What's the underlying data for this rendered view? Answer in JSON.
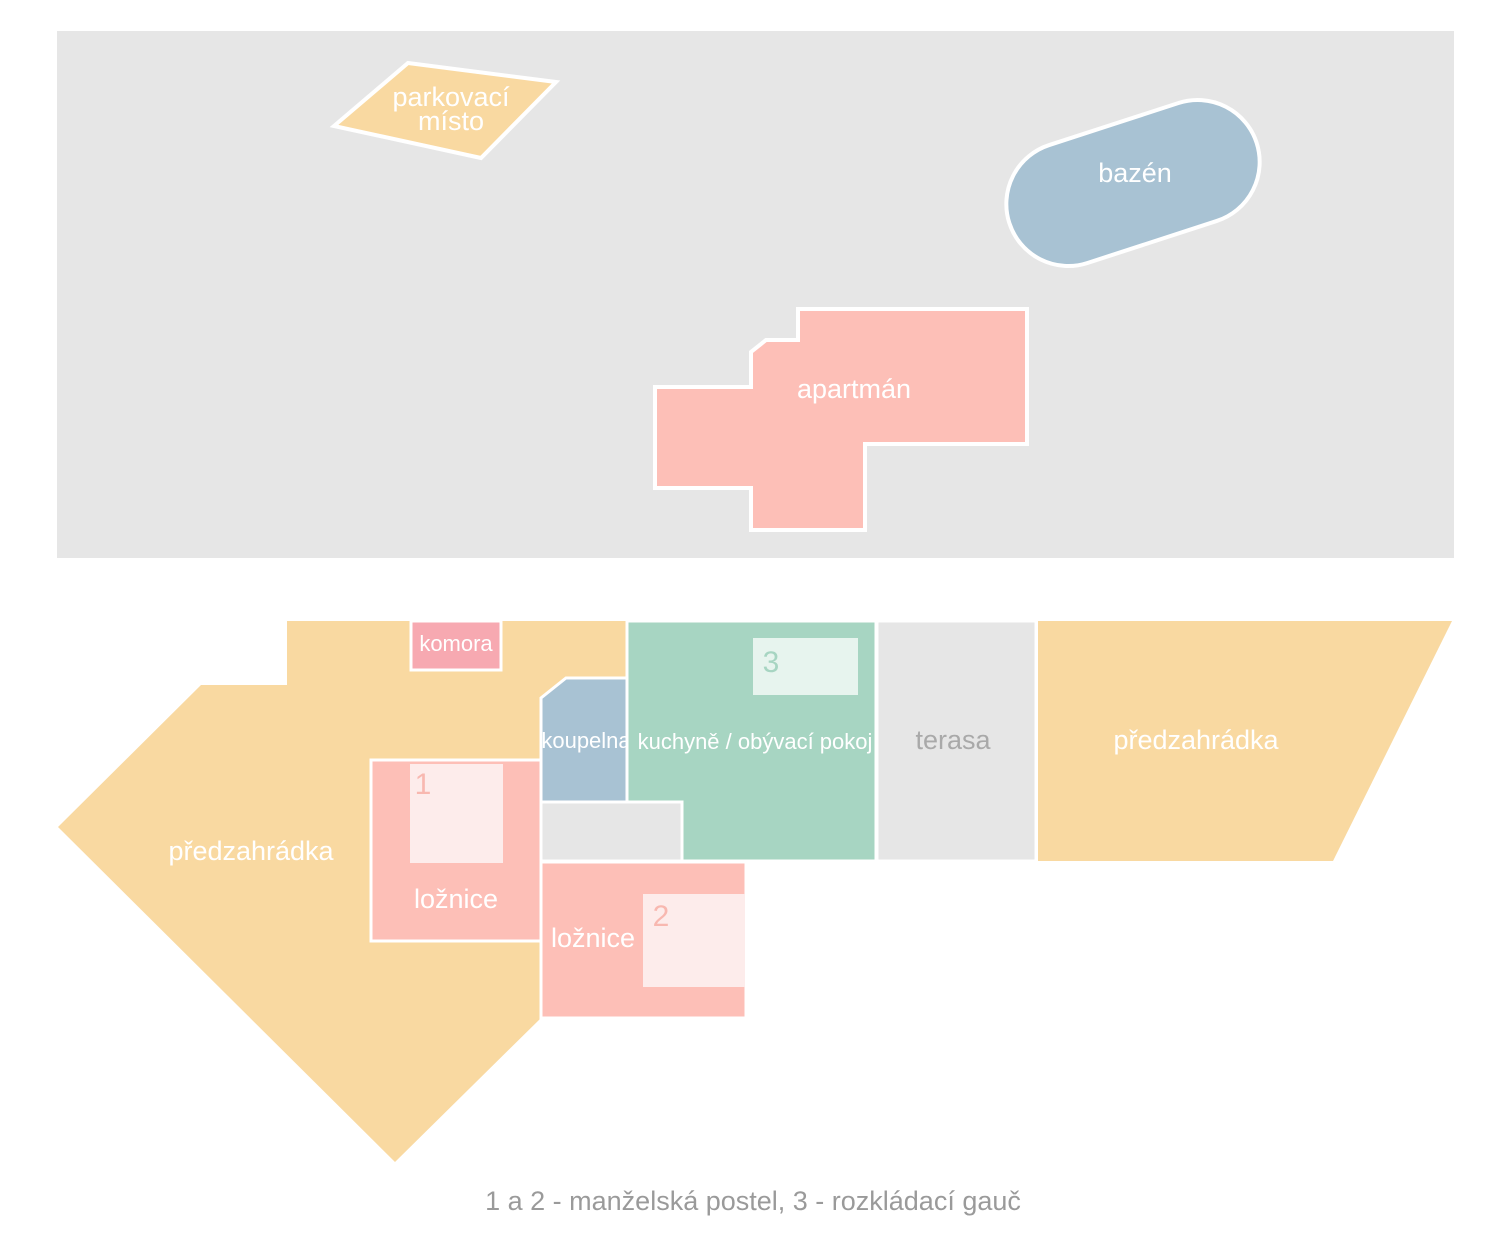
{
  "colors": {
    "grounds": "#e6e6e6",
    "parking": "#f9d9a1",
    "pool": "#a8c2d3",
    "apartment": "#fdbfb7",
    "garden": "#f9d9a1",
    "storage": "#f7a9b1",
    "bathroom": "#a8c2d3",
    "living": "#a7d5c2",
    "terrace": "#e6e6e6",
    "bedroom": "#fdbfb7",
    "bed_fill": "#fdeceb",
    "couch_fill": "#e7f4ee",
    "bed_number": "#f8b8b0",
    "couch_number": "#a7d5c2",
    "outline": "#ffffff"
  },
  "site": {
    "parking_line1": "parkovací",
    "parking_line2": "místo",
    "pool": "bazén",
    "apartment": "apartmán"
  },
  "plan": {
    "garden_left": "předzahrádka",
    "garden_right": "předzahrádka",
    "storage": "komora",
    "bathroom": "koupelna",
    "living": "kuchyně / obývací pokoj",
    "terrace": "terasa",
    "bedroom1": "ložnice",
    "bedroom2": "ložnice",
    "bed1_number": "1",
    "bed2_number": "2",
    "couch_number": "3"
  },
  "legend": "1 a 2 - manželská postel,  3 - rozkládací gauč"
}
